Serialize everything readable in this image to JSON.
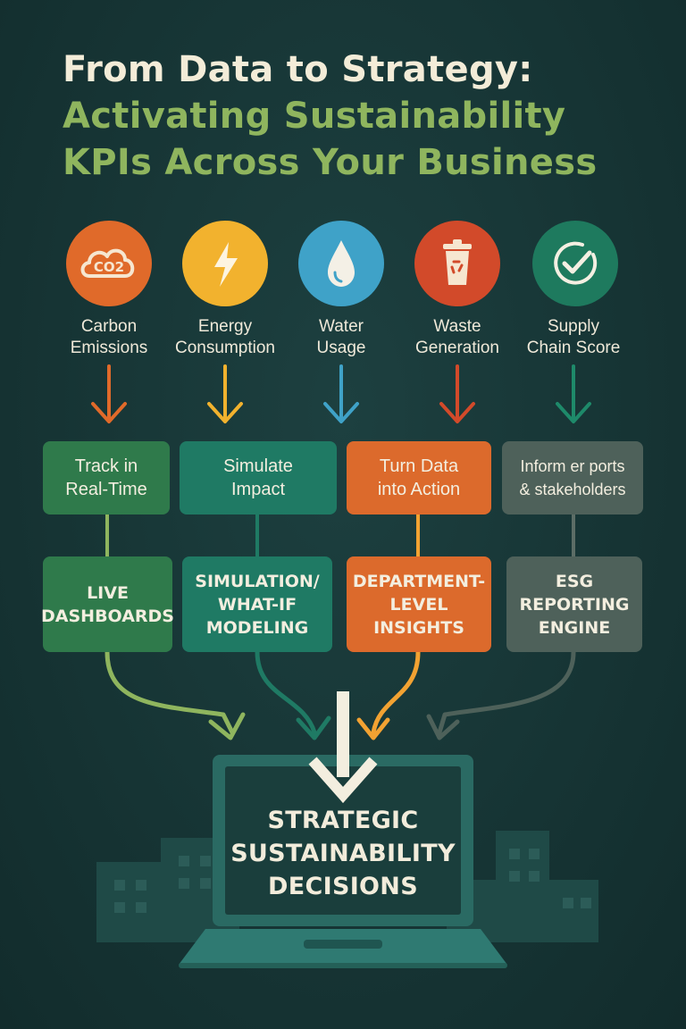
{
  "title": {
    "line1": "From Data to Strategy:",
    "line2": "Activating Sustainability",
    "line3": "KPIs Across Your Business"
  },
  "kpis": [
    {
      "line1": "Carbon",
      "line2": "Emissions",
      "icon": "co2-cloud-icon",
      "color": "#e06a2a",
      "arrow_color": "#e06a2a"
    },
    {
      "line1": "Energy",
      "line2": "Consumption",
      "icon": "lightning-bolt-icon",
      "color": "#f2b22e",
      "arrow_color": "#f2b22e"
    },
    {
      "line1": "Water",
      "line2": "Usage",
      "icon": "water-drop-icon",
      "color": "#3fa2c8",
      "arrow_color": "#3fa2c8"
    },
    {
      "line1": "Waste",
      "line2": "Generation",
      "icon": "recycle-bin-icon",
      "color": "#d24a2a",
      "arrow_color": "#d24a2a"
    },
    {
      "line1": "Supply",
      "line2": "Chain Score",
      "icon": "check-circle-icon",
      "color": "#1e7a5e",
      "arrow_color": "#1e7a5e"
    }
  ],
  "actions": [
    {
      "line1": "Track in",
      "line2": "Real-Time",
      "color": "#2f7a4b"
    },
    {
      "line1": "Simulate",
      "line2": "Impact",
      "color": "#1f7a64"
    },
    {
      "line1": "Turn Data",
      "line2": "into Action",
      "color": "#dc6a2c"
    },
    {
      "line1": "Inform er ports",
      "line2": "& stakeholders",
      "color": "#4e615a"
    }
  ],
  "tools": [
    {
      "line1": "LIVE",
      "line2": "DASHBOARDS",
      "line3": ""
    },
    {
      "line1": "SIMULATION/",
      "line2": "WHAT-IF",
      "line3": "MODELING"
    },
    {
      "line1": "DEPARTMENT-",
      "line2": "LEVEL",
      "line3": "INSIGHTS"
    },
    {
      "line1": "ESG",
      "line2": "REPORTING",
      "line3": "ENGINE"
    }
  ],
  "outcome": {
    "line1": "STRATEGIC",
    "line2": "SUSTAINABILITY",
    "line3": "DECISIONS"
  },
  "colors": {
    "background": "#183838",
    "title_light": "#f3ecd8",
    "title_green": "#8fb55e",
    "laptop": "#2a6a63",
    "screen": "#1a3e3c"
  }
}
